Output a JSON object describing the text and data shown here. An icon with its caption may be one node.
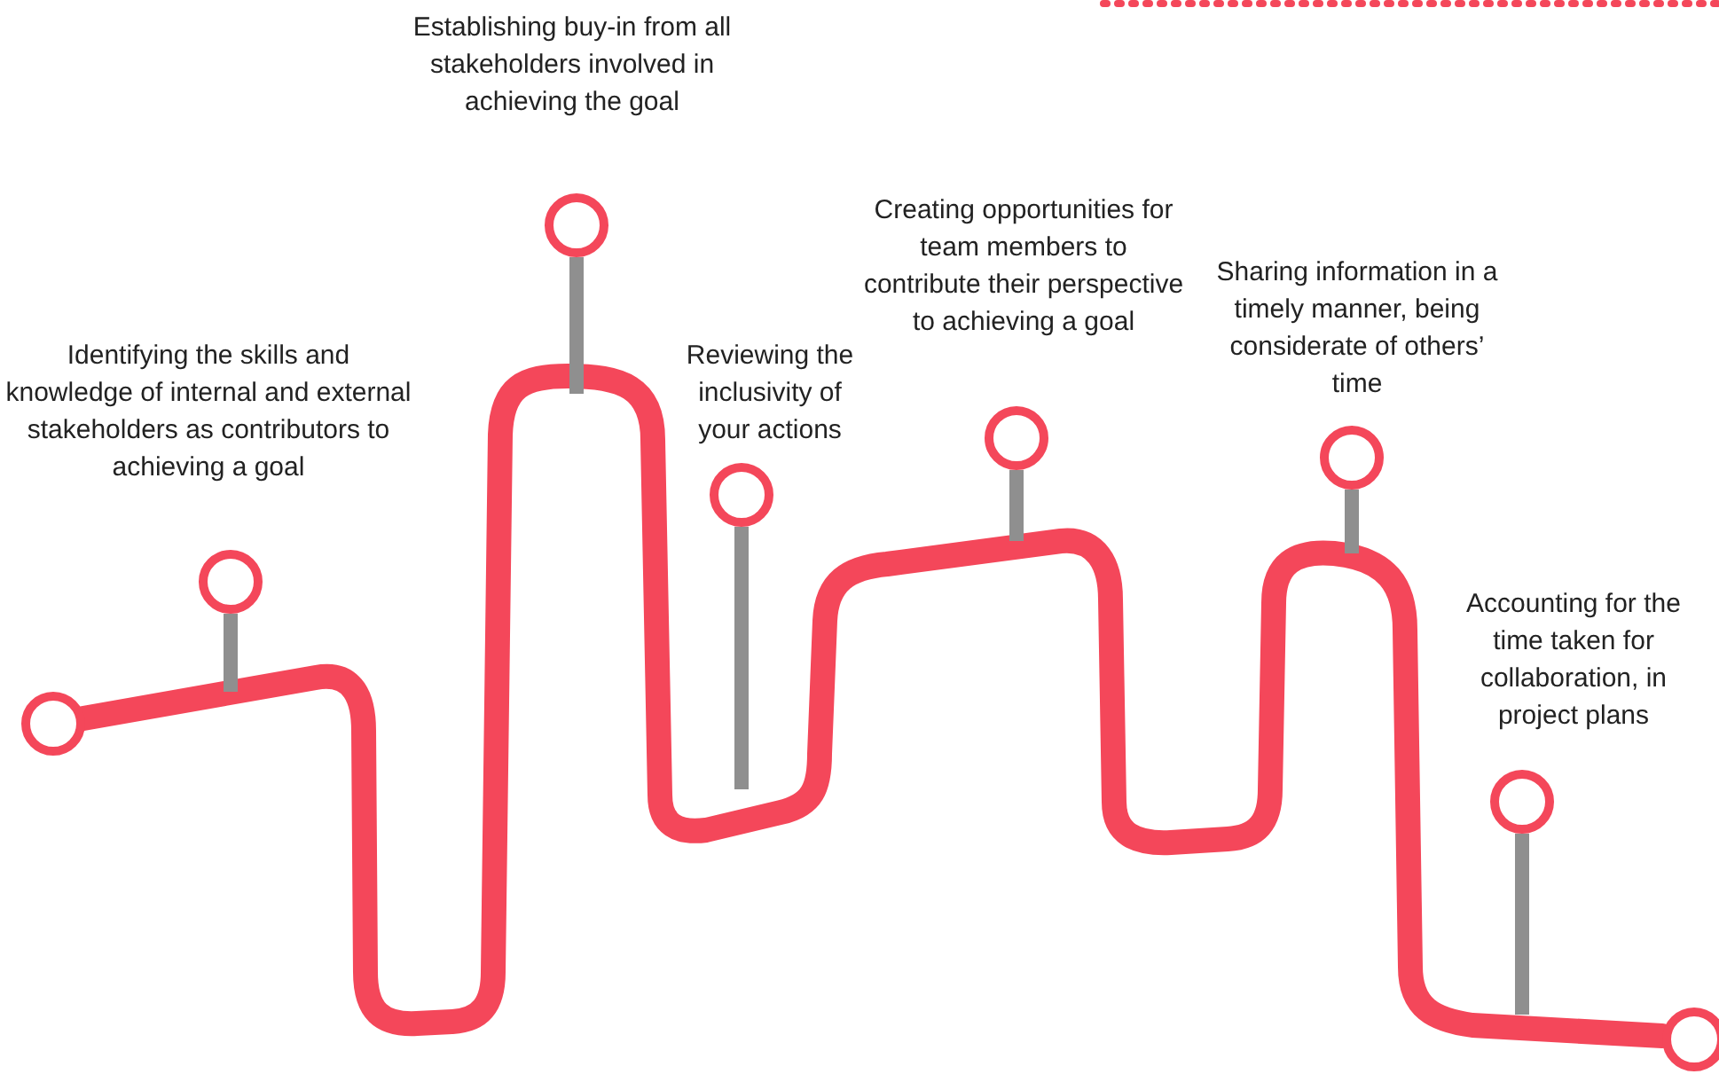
{
  "diagram": {
    "nodes": [
      {
        "text": [],
        "shape": "circle"
      },
      {
        "text": [],
        "shape": "circle",
        "beside": [
          "Identifying the skills and knowledge of internal and external stakeholders as contributors to achieving a goal"
        ]
      },
      {
        "text": [],
        "shape": "circle",
        "beside": [
          "Establishing buy-in from all stakeholders involved in achieving the goal"
        ]
      },
      {
        "text": [],
        "shape": "circle",
        "beside": [
          "Reviewing the inclusivity of your actions"
        ]
      },
      {
        "text": [],
        "shape": "circle",
        "beside": [
          "Creating opportunities for team members to contribute their perspective to achieving a goal"
        ]
      },
      {
        "text": [],
        "shape": "circle",
        "beside": [
          "Sharing information in a timely manner, being considerate of others’ time"
        ]
      },
      {
        "text": [],
        "shape": "circle",
        "beside": [
          "Accounting for the time taken for collaboration, in project plans"
        ]
      },
      {
        "text": [],
        "shape": "circle"
      }
    ],
    "edges": [
      {
        "from": 0,
        "to": 7,
        "arrow": "none",
        "color": "#f4475a"
      },
      {
        "from": 1,
        "to": null,
        "arrow": "none"
      },
      {
        "from": 2,
        "to": null,
        "arrow": "none"
      },
      {
        "from": 3,
        "to": null,
        "arrow": "none"
      },
      {
        "from": 4,
        "to": null,
        "arrow": "none"
      },
      {
        "from": 5,
        "to": null,
        "arrow": "none"
      },
      {
        "from": 6,
        "to": null,
        "arrow": "none"
      }
    ]
  }
}
